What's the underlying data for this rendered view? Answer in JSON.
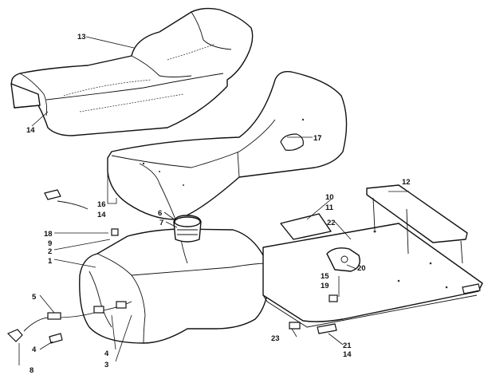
{
  "callouts": [
    {
      "id": "c13",
      "text": "13"
    },
    {
      "id": "c14a",
      "text": "14"
    },
    {
      "id": "c17",
      "text": "17"
    },
    {
      "id": "c16",
      "text": "16"
    },
    {
      "id": "c14b",
      "text": "14"
    },
    {
      "id": "c6",
      "text": "6"
    },
    {
      "id": "c7",
      "text": "7"
    },
    {
      "id": "c18",
      "text": "18"
    },
    {
      "id": "c9",
      "text": "9"
    },
    {
      "id": "c2",
      "text": "2"
    },
    {
      "id": "c1",
      "text": "1"
    },
    {
      "id": "c10",
      "text": "10"
    },
    {
      "id": "c11",
      "text": "11"
    },
    {
      "id": "c22",
      "text": "22"
    },
    {
      "id": "c12",
      "text": "12"
    },
    {
      "id": "c15",
      "text": "15"
    },
    {
      "id": "c19",
      "text": "19"
    },
    {
      "id": "c20",
      "text": "20"
    },
    {
      "id": "c5",
      "text": "5"
    },
    {
      "id": "c4a",
      "text": "4"
    },
    {
      "id": "c4b",
      "text": "4"
    },
    {
      "id": "c3",
      "text": "3"
    },
    {
      "id": "c8",
      "text": "8"
    },
    {
      "id": "c23",
      "text": "23"
    },
    {
      "id": "c21",
      "text": "21"
    },
    {
      "id": "c14c",
      "text": "14"
    }
  ]
}
